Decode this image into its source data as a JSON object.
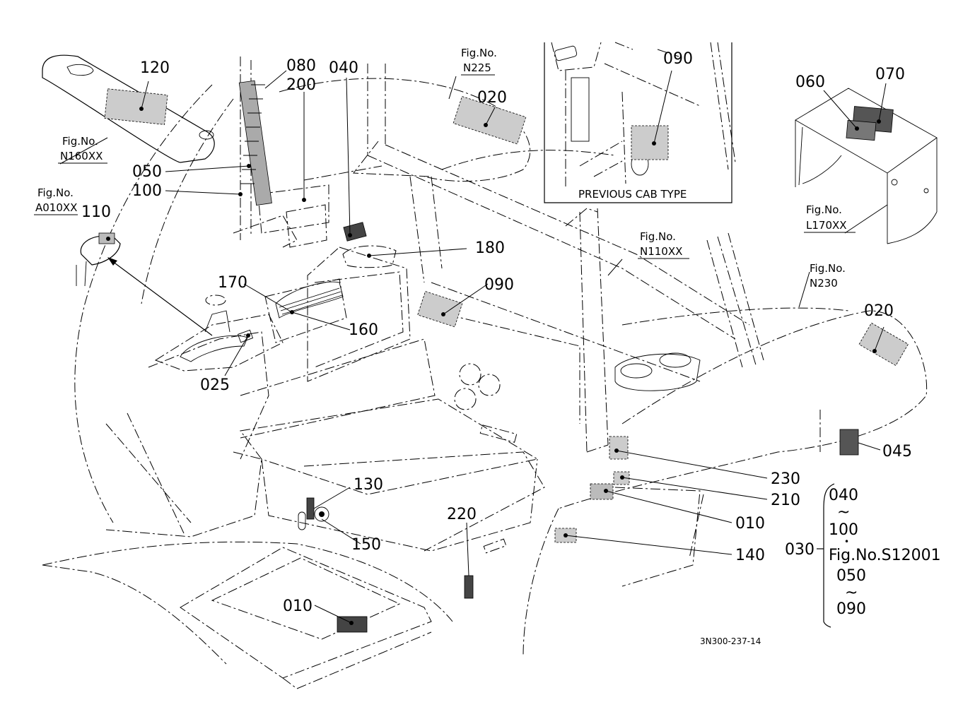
{
  "drawing": {
    "code": "3N300-237-14",
    "inset_caption": "PREVIOUS CAB TYPE"
  },
  "callouts": [
    {
      "id": "c120",
      "text": "120"
    },
    {
      "id": "c080",
      "text": "080"
    },
    {
      "id": "c200",
      "text": "200"
    },
    {
      "id": "c040",
      "text": "040"
    },
    {
      "id": "c020a",
      "text": "020"
    },
    {
      "id": "c090a",
      "text": "090"
    },
    {
      "id": "c060",
      "text": "060"
    },
    {
      "id": "c070",
      "text": "070"
    },
    {
      "id": "c050",
      "text": "050"
    },
    {
      "id": "c100",
      "text": "100"
    },
    {
      "id": "c110",
      "text": "110"
    },
    {
      "id": "c180",
      "text": "180"
    },
    {
      "id": "c170",
      "text": "170"
    },
    {
      "id": "c090b",
      "text": "090"
    },
    {
      "id": "c160",
      "text": "160"
    },
    {
      "id": "c020b",
      "text": "020"
    },
    {
      "id": "c025",
      "text": "025"
    },
    {
      "id": "c045",
      "text": "045"
    },
    {
      "id": "c130",
      "text": "130"
    },
    {
      "id": "c230",
      "text": "230"
    },
    {
      "id": "c210",
      "text": "210"
    },
    {
      "id": "c010a",
      "text": "010"
    },
    {
      "id": "c220",
      "text": "220"
    },
    {
      "id": "c150",
      "text": "150"
    },
    {
      "id": "c140",
      "text": "140"
    },
    {
      "id": "c010b",
      "text": "010"
    }
  ],
  "figure_refs": [
    {
      "id": "f225",
      "label": "Fig.No.",
      "number": "N225"
    },
    {
      "id": "f160",
      "label": "Fig.No.",
      "number": "N160XX"
    },
    {
      "id": "fa010",
      "label": "Fig.No.",
      "number": "A010XX"
    },
    {
      "id": "f110",
      "label": "Fig.No.",
      "number": "N110XX"
    },
    {
      "id": "f230",
      "label": "Fig.No.",
      "number": "N230"
    },
    {
      "id": "f170",
      "label": "Fig.No.",
      "number": "L170XX"
    }
  ],
  "group_bracket": {
    "parent": "030",
    "top_from": "040",
    "top_tilde": "~",
    "top_to": "100",
    "separator": "•",
    "fig_ref": "Fig.No.S12001",
    "bottom_from": "050",
    "bottom_tilde": "~",
    "bottom_to": "090"
  }
}
